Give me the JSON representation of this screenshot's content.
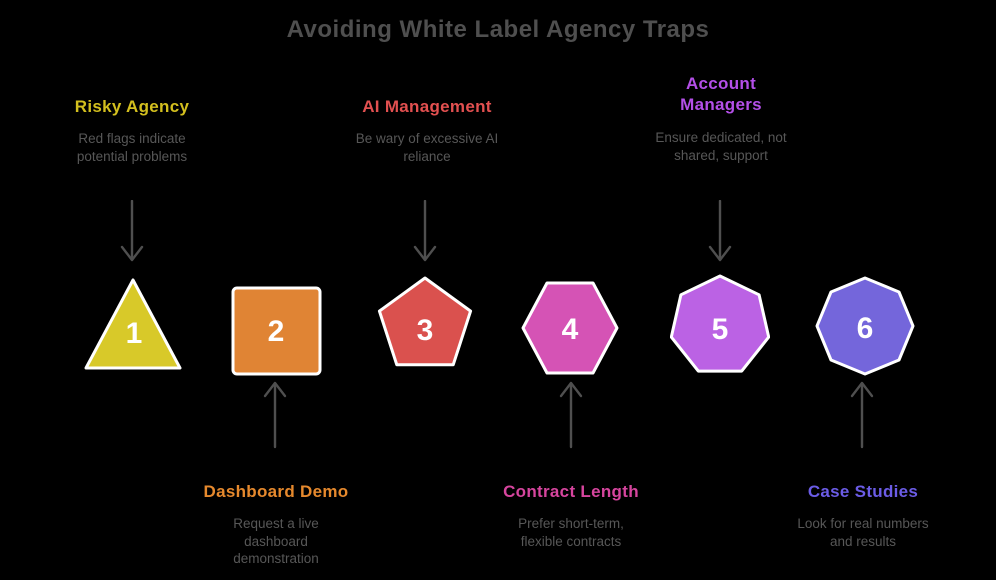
{
  "title": "Avoiding White Label Agency Traps",
  "title_color": "#4f4f4f",
  "background_color": "#000000",
  "arrow_color": "#4f4f4f",
  "description_color": "#575757",
  "steps": [
    {
      "number": "1",
      "shape_name": "triangle",
      "shape_color": "#d8c929",
      "label": "Risky Agency",
      "label_color": "#d3bf1e",
      "description": "Red flags indicate potential problems",
      "label_position": "top"
    },
    {
      "number": "2",
      "shape_name": "square",
      "shape_color": "#e08434",
      "label": "Dashboard Demo",
      "label_color": "#e6892d",
      "description": "Request a live dashboard demonstration",
      "label_position": "bottom"
    },
    {
      "number": "3",
      "shape_name": "pentagon",
      "shape_color": "#da514e",
      "label": "AI Management",
      "label_color": "#e25050",
      "description": "Be wary of excessive AI reliance",
      "label_position": "top"
    },
    {
      "number": "4",
      "shape_name": "hexagon",
      "shape_color": "#d553b5",
      "label": "Contract Length",
      "label_color": "#d6459e",
      "description": "Prefer short-term, flexible contracts",
      "label_position": "bottom"
    },
    {
      "number": "5",
      "shape_name": "heptagon",
      "shape_color": "#bb62e4",
      "label": "Account Managers",
      "label_color": "#b44fe8",
      "description": "Ensure dedicated, not shared, support",
      "label_position": "top"
    },
    {
      "number": "6",
      "shape_name": "octagon",
      "shape_color": "#7466db",
      "label": "Case Studies",
      "label_color": "#6b5ce6",
      "description": "Look for real numbers and results",
      "label_position": "bottom"
    }
  ]
}
